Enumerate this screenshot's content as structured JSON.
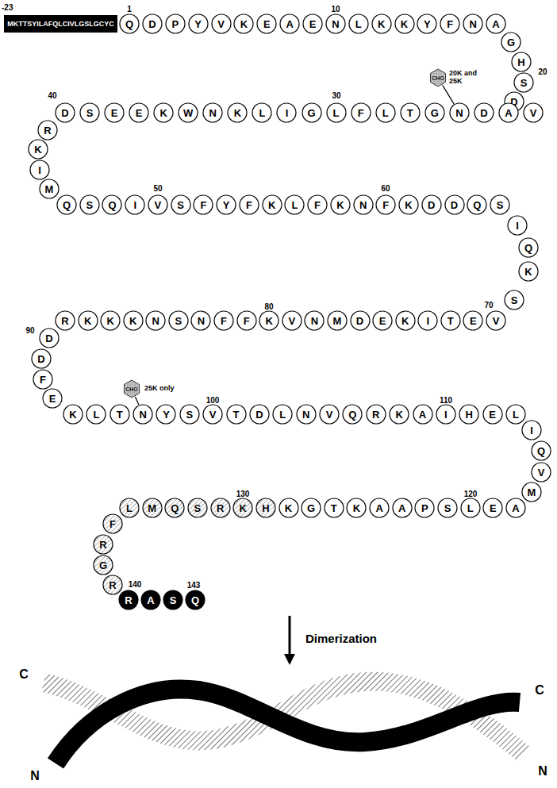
{
  "diagram": {
    "nodes": [
      {
        "text": [
          "MKTTSYILAFQLCIVLGSLGCYC"
        ]
      },
      {
        "text": [
          "Q"
        ]
      },
      {
        "text": [
          "D"
        ]
      },
      {
        "text": [
          "P"
        ]
      },
      {
        "text": [
          "Y"
        ]
      },
      {
        "text": [
          "V"
        ]
      },
      {
        "text": [
          "K"
        ]
      },
      {
        "text": [
          "E"
        ]
      },
      {
        "text": [
          "A"
        ]
      },
      {
        "text": [
          "E"
        ]
      },
      {
        "text": [
          "N"
        ]
      },
      {
        "text": [
          "L"
        ]
      },
      {
        "text": [
          "K"
        ]
      },
      {
        "text": [
          "K"
        ]
      },
      {
        "text": [
          "Y"
        ]
      },
      {
        "text": [
          "F"
        ]
      },
      {
        "text": [
          "N"
        ]
      },
      {
        "text": [
          "A"
        ]
      },
      {
        "text": [
          "G"
        ]
      },
      {
        "text": [
          "H"
        ]
      },
      {
        "text": [
          "S"
        ]
      },
      {
        "text": [
          "D"
        ]
      },
      {
        "text": [
          "V"
        ]
      },
      {
        "text": [
          "A"
        ]
      },
      {
        "text": [
          "D"
        ]
      },
      {
        "text": [
          "N"
        ]
      },
      {
        "text": [
          "G"
        ]
      },
      {
        "text": [
          "T"
        ]
      },
      {
        "text": [
          "L"
        ]
      },
      {
        "text": [
          "F"
        ]
      },
      {
        "text": [
          "L"
        ]
      },
      {
        "text": [
          "G"
        ]
      },
      {
        "text": [
          "I"
        ]
      },
      {
        "text": [
          "L"
        ]
      },
      {
        "text": [
          "K"
        ]
      },
      {
        "text": [
          "N"
        ]
      },
      {
        "text": [
          "W"
        ]
      },
      {
        "text": [
          "K"
        ]
      },
      {
        "text": [
          "E"
        ]
      },
      {
        "text": [
          "E"
        ]
      },
      {
        "text": [
          "S"
        ]
      },
      {
        "text": [
          "D"
        ]
      },
      {
        "text": [
          "R"
        ]
      },
      {
        "text": [
          "K"
        ]
      },
      {
        "text": [
          "I"
        ]
      },
      {
        "text": [
          "M"
        ]
      },
      {
        "text": [
          "Q"
        ]
      },
      {
        "text": [
          "S"
        ]
      },
      {
        "text": [
          "Q"
        ]
      },
      {
        "text": [
          "I"
        ]
      },
      {
        "text": [
          "V"
        ]
      },
      {
        "text": [
          "S"
        ]
      },
      {
        "text": [
          "F"
        ]
      },
      {
        "text": [
          "Y"
        ]
      },
      {
        "text": [
          "F"
        ]
      },
      {
        "text": [
          "K"
        ]
      },
      {
        "text": [
          "L"
        ]
      },
      {
        "text": [
          "F"
        ]
      },
      {
        "text": [
          "K"
        ]
      },
      {
        "text": [
          "N"
        ]
      },
      {
        "text": [
          "F"
        ]
      },
      {
        "text": [
          "K"
        ]
      },
      {
        "text": [
          "D"
        ]
      },
      {
        "text": [
          "D"
        ]
      },
      {
        "text": [
          "Q"
        ]
      },
      {
        "text": [
          "S"
        ]
      },
      {
        "text": [
          "I"
        ]
      },
      {
        "text": [
          "Q"
        ]
      },
      {
        "text": [
          "K"
        ]
      },
      {
        "text": [
          "S"
        ]
      },
      {
        "text": [
          "V"
        ]
      },
      {
        "text": [
          "E"
        ]
      },
      {
        "text": [
          "T"
        ]
      },
      {
        "text": [
          "I"
        ]
      },
      {
        "text": [
          "K"
        ]
      },
      {
        "text": [
          "E"
        ]
      },
      {
        "text": [
          "D"
        ]
      },
      {
        "text": [
          "M"
        ]
      },
      {
        "text": [
          "N"
        ]
      },
      {
        "text": [
          "V"
        ]
      },
      {
        "text": [
          "K"
        ]
      },
      {
        "text": [
          "F"
        ]
      },
      {
        "text": [
          "F"
        ]
      },
      {
        "text": [
          "N"
        ]
      },
      {
        "text": [
          "S"
        ]
      },
      {
        "text": [
          "N"
        ]
      },
      {
        "text": [
          "K"
        ]
      },
      {
        "text": [
          "K"
        ]
      },
      {
        "text": [
          "K"
        ]
      },
      {
        "text": [
          "R"
        ]
      },
      {
        "text": [
          "D"
        ]
      },
      {
        "text": [
          "D"
        ]
      },
      {
        "text": [
          "F"
        ]
      },
      {
        "text": [
          "E"
        ]
      },
      {
        "text": [
          "K"
        ]
      },
      {
        "text": [
          "L"
        ]
      },
      {
        "text": [
          "T"
        ]
      },
      {
        "text": [
          "N"
        ]
      },
      {
        "text": [
          "Y"
        ]
      },
      {
        "text": [
          "S"
        ]
      },
      {
        "text": [
          "V"
        ]
      },
      {
        "text": [
          "T"
        ]
      },
      {
        "text": [
          "D"
        ]
      },
      {
        "text": [
          "L"
        ]
      },
      {
        "text": [
          "N"
        ]
      },
      {
        "text": [
          "V"
        ]
      },
      {
        "text": [
          "Q"
        ]
      },
      {
        "text": [
          "R"
        ]
      },
      {
        "text": [
          "K"
        ]
      },
      {
        "text": [
          "A"
        ]
      },
      {
        "text": [
          "I"
        ]
      },
      {
        "text": [
          "H"
        ]
      },
      {
        "text": [
          "E"
        ]
      },
      {
        "text": [
          "L"
        ]
      },
      {
        "text": [
          "I"
        ]
      },
      {
        "text": [
          "Q"
        ]
      },
      {
        "text": [
          "V"
        ]
      },
      {
        "text": [
          "M"
        ]
      },
      {
        "text": [
          "A"
        ]
      },
      {
        "text": [
          "E"
        ]
      },
      {
        "text": [
          "L"
        ]
      },
      {
        "text": [
          "S"
        ]
      },
      {
        "text": [
          "P"
        ]
      },
      {
        "text": [
          "A"
        ]
      },
      {
        "text": [
          "A"
        ]
      },
      {
        "text": [
          "K"
        ]
      },
      {
        "text": [
          "T"
        ]
      },
      {
        "text": [
          "G"
        ]
      },
      {
        "text": [
          "K"
        ]
      },
      {
        "text": [
          "H"
        ]
      },
      {
        "text": [
          "K"
        ]
      },
      {
        "text": [
          "R"
        ]
      },
      {
        "text": [
          "S"
        ]
      },
      {
        "text": [
          "Q"
        ]
      },
      {
        "text": [
          "M"
        ]
      },
      {
        "text": [
          "L"
        ]
      },
      {
        "text": [
          "F"
        ]
      },
      {
        "text": [
          "R"
        ]
      },
      {
        "text": [
          "G"
        ]
      },
      {
        "text": [
          "R"
        ]
      },
      {
        "text": [
          "R"
        ]
      },
      {
        "text": [
          "A"
        ]
      },
      {
        "text": [
          "S"
        ]
      },
      {
        "text": [
          "Q"
        ]
      },
      {
        "text": [
          "CHO"
        ]
      },
      {
        "text": [
          "CHO"
        ]
      }
    ],
    "edges": [
      {
        "from": 144,
        "to": 25,
        "arrow": "none"
      },
      {
        "from": 145,
        "to": 97,
        "arrow": "none"
      }
    ],
    "labels": [
      "-23",
      "1",
      "10",
      "20",
      "20K and 25K",
      "30",
      "40",
      "50",
      "60",
      "70",
      "80",
      "90",
      "25K only",
      "100",
      "110",
      "120",
      "130",
      "140",
      "143",
      "Dimerization",
      "C",
      "N",
      "C",
      "N"
    ]
  }
}
